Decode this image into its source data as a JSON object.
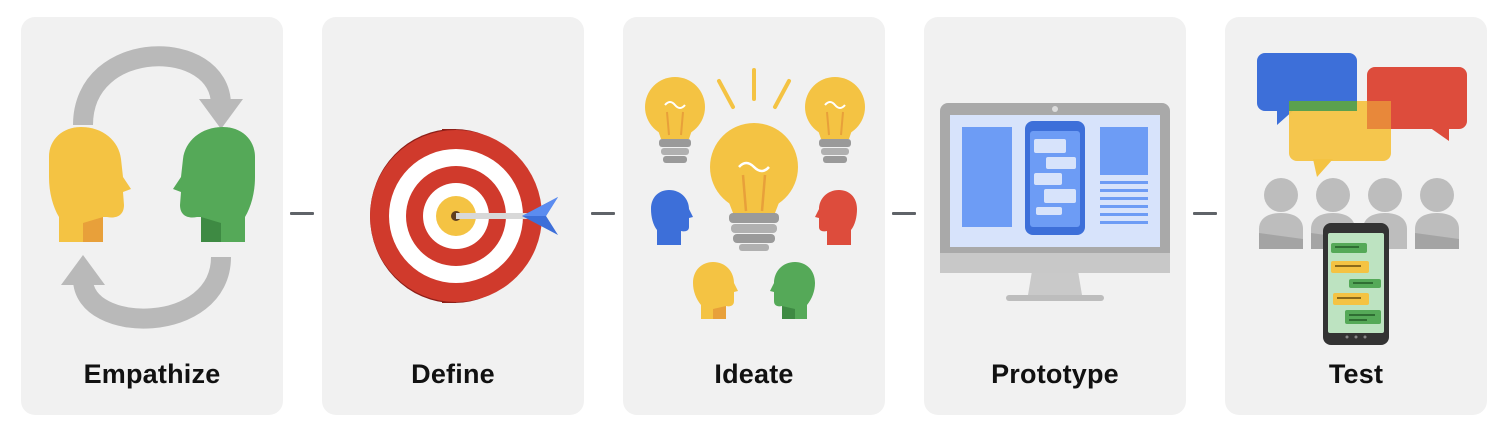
{
  "stages": [
    {
      "label": "Empathize",
      "icon": "two-heads-exchange-icon"
    },
    {
      "label": "Define",
      "icon": "target-arrow-icon"
    },
    {
      "label": "Ideate",
      "icon": "lightbulbs-heads-icon"
    },
    {
      "label": "Prototype",
      "icon": "monitor-phone-icon"
    },
    {
      "label": "Test",
      "icon": "chat-bubbles-users-icon"
    }
  ],
  "colors": {
    "card_bg": "#f1f1f1",
    "yellow": "#f4c343",
    "green": "#55a958",
    "blue": "#3d6fd9",
    "red": "#dd4c3c",
    "gray": "#b7b7b7",
    "connector": "#5f6368"
  }
}
